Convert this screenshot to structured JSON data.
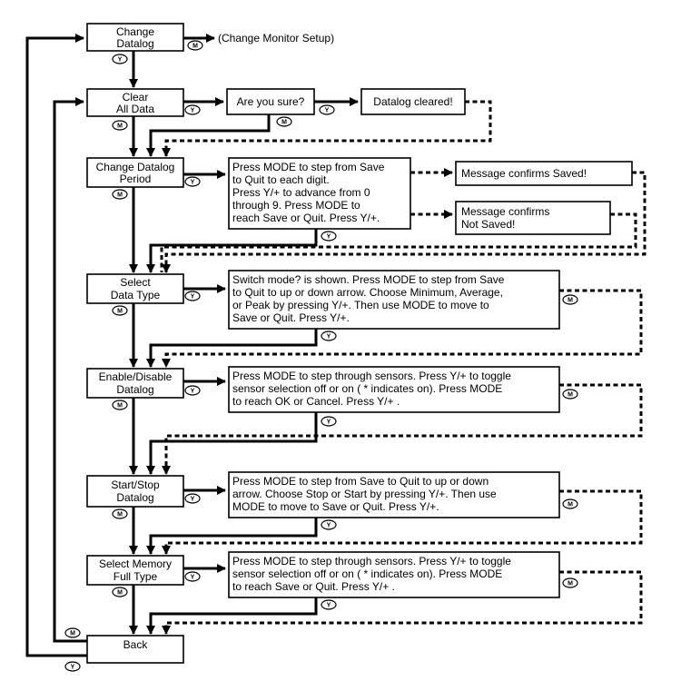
{
  "steps": {
    "change_datalog": [
      "Change",
      "Datalog"
    ],
    "clear_all_data": [
      "Clear",
      "All Data"
    ],
    "change_datalog_period": [
      "Change Datalog",
      "Period"
    ],
    "select_data_type": [
      "Select",
      "Data Type"
    ],
    "enable_disable_datalog": [
      "Enable/Disable",
      "Datalog"
    ],
    "start_stop_datalog": [
      "Start/Stop",
      "Datalog"
    ],
    "select_memory_full_type": [
      "Select Memory",
      "Full Type"
    ],
    "back": [
      "Back"
    ]
  },
  "annotations": {
    "change_monitor_setup": "(Change Monitor Setup)",
    "are_you_sure": "Are you sure?",
    "datalog_cleared": "Datalog cleared!",
    "msg_saved": "Message confirms Saved!",
    "msg_not_saved": [
      "Message confirms",
      "Not Saved!"
    ]
  },
  "instructions": {
    "period": [
      "Press MODE to step from Save",
      "to Quit to each digit.",
      "Press Y/+ to advance from 0",
      "through 9. Press MODE to",
      "reach Save or Quit.  Press Y/+."
    ],
    "data_type": [
      "Switch mode? is shown. Press MODE to step from Save",
      "to Quit to up or down arrow.  Choose Minimum, Average,",
      "or Peak by pressing Y/+. Then use MODE to move to",
      "Save or Quit. Press Y/+."
    ],
    "enable": [
      "Press MODE to step through  sensors.  Press Y/+ to toggle",
      "sensor selection off or on  ( * indicates on). Press MODE",
      "to reach OK or Cancel.  Press Y/+ ."
    ],
    "start_stop": [
      "Press MODE to step from Save to Quit to up or down",
      "arrow.  Choose Stop or Start by pressing Y/+. Then use",
      "MODE to move to Save or Quit. Press Y/+."
    ],
    "memory_full": [
      "Press MODE to step through sensors.  Press Y/+ to toggle",
      "sensor selection off or on ( * indicates on). Press MODE",
      "to reach Save or Quit.  Press Y/+ ."
    ]
  },
  "buttons": {
    "mode": "M",
    "yes": "Y"
  },
  "colors": {
    "ink": "#000000",
    "paper": "#ffffff"
  }
}
